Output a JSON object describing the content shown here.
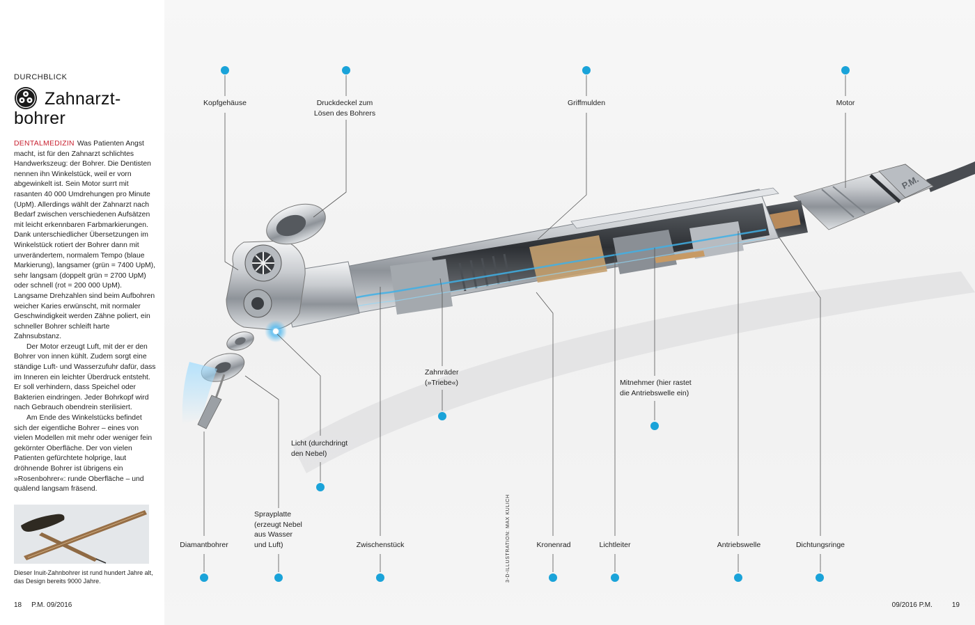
{
  "kicker": "DURCHBLICK",
  "title": {
    "line1": "Zahnarzt-",
    "line2": "bohrer"
  },
  "icons": {
    "title": "gears-icon"
  },
  "colors": {
    "accent_red": "#c8202f",
    "marker_blue": "#1aa3d9"
  },
  "body": {
    "department": "DENTALMEDIZIN",
    "paragraphs": [
      "Was Patienten Angst macht, ist für den Zahnarzt schlichtes Handwerkszeug: der Bohrer. Die Dentisten nennen ihn Winkelstück, weil er vorn abgewinkelt ist. Sein Motor surrt mit rasanten 40 000 Umdrehungen pro Minute (UpM). Allerdings wählt der Zahnarzt nach Bedarf zwischen verschiedenen Aufsätzen mit leicht erkennbaren Farbmarkierungen. Dank unterschiedlicher Übersetzungen im Winkelstück rotiert der Bohrer dann mit unverändertem, normalem Tempo (blaue Markierung), langsamer (grün = 7400 UpM), sehr langsam (doppelt grün = 2700 UpM) oder schnell (rot = 200 000 UpM). Langsame Drehzahlen sind beim Aufbohren weicher Karies erwünscht, mit normaler Geschwindigkeit werden Zähne poliert, ein schneller Bohrer schleift harte Zahnsubstanz.",
      "Der Motor erzeugt Luft, mit der er den Bohrer von innen kühlt. Zudem sorgt eine ständige Luft- und Wasserzufuhr dafür, dass im Inneren ein leichter Überdruck entsteht. Er soll verhindern, dass Speichel oder Bakterien eindringen. Jeder Bohrkopf wird nach Gebrauch obendrein sterilisiert.",
      "Am Ende des Winkelstücks befindet sich der eigentliche Bohrer – eines von vielen Modellen mit mehr oder weniger fein gekörnter Oberfläche. Der von vielen Patienten gefürchtete holprige, laut dröhnende Bohrer ist übrigens ein »Rosenbohrer«: runde Oberfläche – und quälend langsam fräsend."
    ]
  },
  "caption": "Dieser Inuit-Zahnbohrer ist rund hundert Jahre alt, das Design bereits 9000 Jahre.",
  "footer": {
    "left_page": "18",
    "left_mag": "P.M. 09/2016",
    "right_mag": "09/2016 P.M.",
    "right_page": "19"
  },
  "credit": "3-D-ILLUSTRATION: MAX KULICH",
  "labels": {
    "kopfgehaeuse": "Kopfgehäuse",
    "druckdeckel_1": "Druckdeckel zum",
    "druckdeckel_2": "Lösen des Bohrers",
    "griffmulden": "Griffmulden",
    "motor": "Motor",
    "zahnraeder_1": "Zahnräder",
    "zahnraeder_2": "(»Triebe«)",
    "mitnehmer_1": "Mitnehmer (hier rastet",
    "mitnehmer_2": "die Antriebswelle ein)",
    "licht_1": "Licht (durchdringt",
    "licht_2": "den Nebel)",
    "sprayplatte_1": "Sprayplatte",
    "sprayplatte_2": "(erzeugt Nebel",
    "sprayplatte_3": "aus Wasser",
    "sprayplatte_4": "und Luft)",
    "diamantbohrer": "Diamantbohrer",
    "zwischenstueck": "Zwischenstück",
    "kronenrad": "Kronenrad",
    "lichtleiter": "Lichtleiter",
    "antriebswelle": "Antriebswelle",
    "dichtungsringe": "Dichtungsringe"
  },
  "motor_brand": "P.M."
}
